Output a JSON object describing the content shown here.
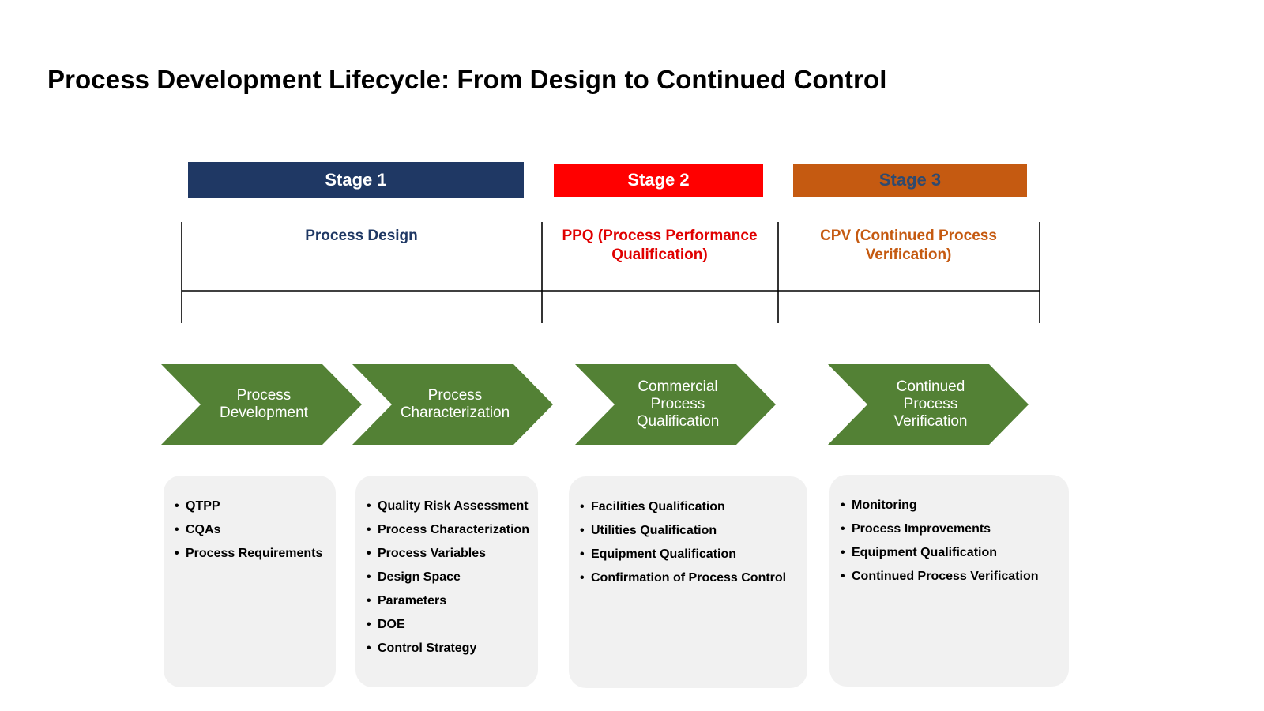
{
  "title": "Process Development Lifecycle: From Design to Continued Control",
  "colors": {
    "stage1": "#1f3864",
    "stage2": "#ff0000",
    "stage3": "#c55a11",
    "stage1_label": "#1f3864",
    "stage2_label": "#e00000",
    "stage3_label": "#c55a11",
    "stage3_bar_text": "#2f4a6f",
    "chevron": "#538135",
    "box": "#f1f1f1"
  },
  "stages": [
    {
      "bar": "Stage 1",
      "label_lines": [
        "Process Design"
      ]
    },
    {
      "bar": "Stage 2",
      "label_lines": [
        "PPQ (Process Performance",
        "Qualification)"
      ]
    },
    {
      "bar": "Stage 3",
      "label_lines": [
        "CPV (Continued Process",
        "Verification)"
      ]
    }
  ],
  "chevrons": [
    {
      "lines": [
        "Process",
        "Development"
      ]
    },
    {
      "lines": [
        "Process",
        "Characterization"
      ]
    },
    {
      "lines": [
        "Commercial",
        "Process",
        "Qualification"
      ]
    },
    {
      "lines": [
        "Continued",
        "Process",
        "Verification"
      ]
    }
  ],
  "boxes": [
    {
      "items": [
        "QTPP",
        "CQAs",
        "Process Requirements"
      ]
    },
    {
      "items": [
        "Quality Risk Assessment",
        "Process Characterization",
        "Process Variables",
        "Design Space",
        "Parameters",
        "DOE",
        "Control Strategy"
      ]
    },
    {
      "items": [
        "Facilities Qualification",
        "Utilities Qualification",
        "Equipment Qualification",
        "Confirmation of Process Control"
      ]
    },
    {
      "items": [
        "Monitoring",
        "Process Improvements",
        "Equipment Qualification",
        "Continued Process Verification"
      ]
    }
  ]
}
